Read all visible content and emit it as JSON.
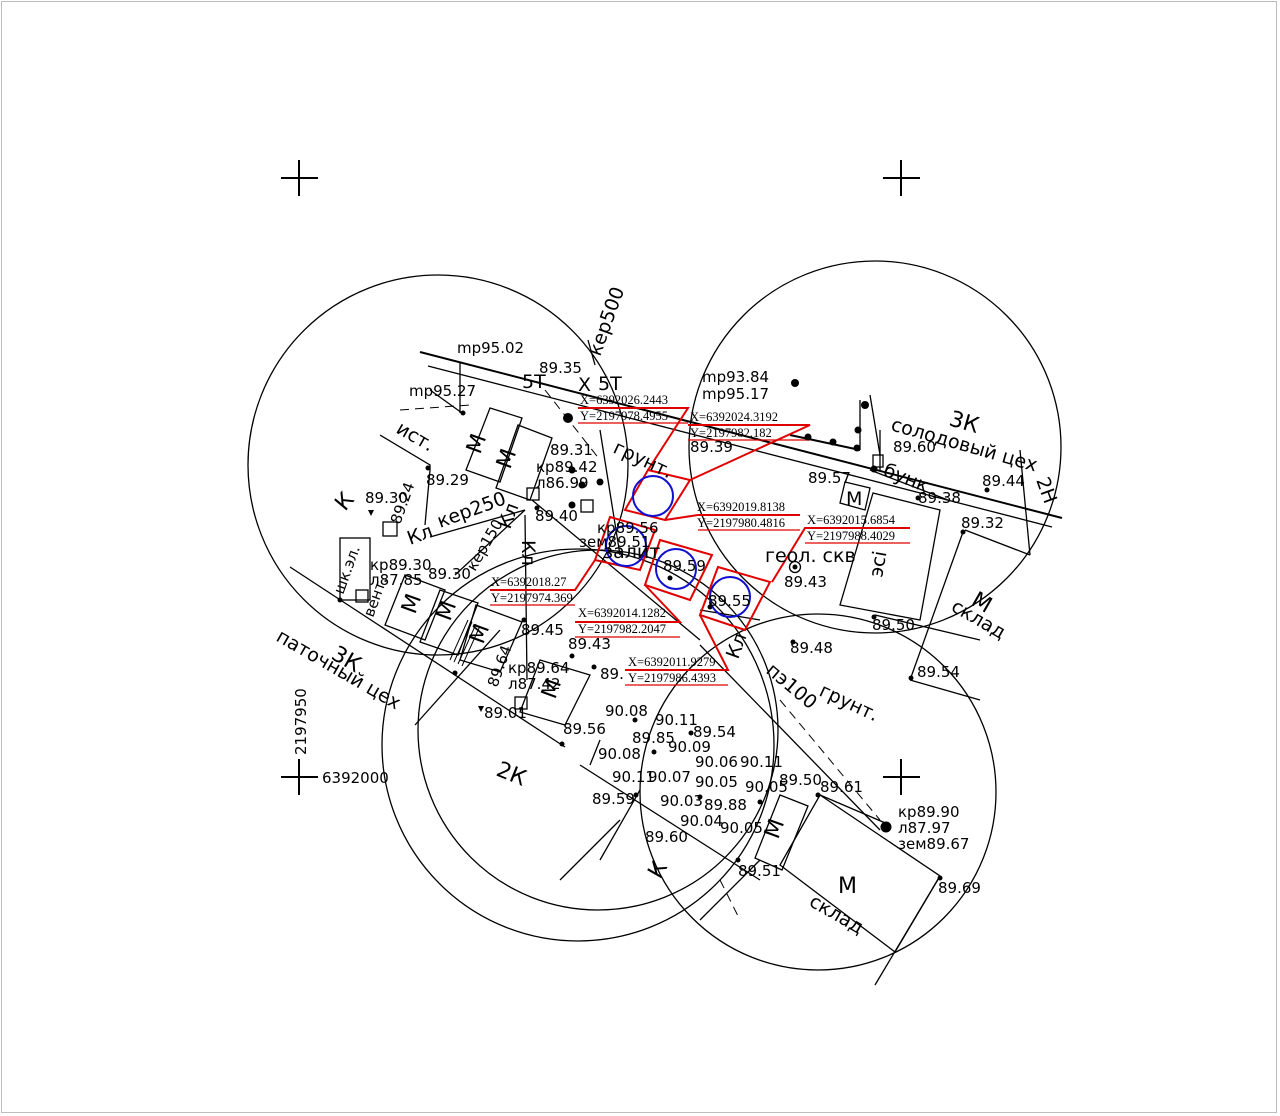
{
  "colors": {
    "coordinate_leader": "#e00000",
    "well_marker": "#1010d0",
    "linework": "#000000",
    "frame": "#bdbdbd"
  },
  "grid": {
    "easting_label": "2197950",
    "northing_label": "6392000"
  },
  "coord_callouts": [
    {
      "x": "X=6392026.2443",
      "y": "Y=2197978.4955"
    },
    {
      "x": "X=6392024.3192",
      "y": "Y=2197982.182"
    },
    {
      "x": "X=6392019.8138",
      "y": "Y=2197980.4816"
    },
    {
      "x": "X=6392015.6854",
      "y": "Y=2197988.4029"
    },
    {
      "x": "X=6392018.27",
      "y": "Y=2197974.369"
    },
    {
      "x": "X=6392014.1282",
      "y": "Y=2197982.2047"
    },
    {
      "x": "X=6392011.9279",
      "y": "Y=2197986.4393"
    }
  ],
  "buildings": {
    "solod": {
      "kind": "3К",
      "name": "солодовый цех",
      "floors": "2Н"
    },
    "patoch": {
      "kind": "3К",
      "name": "паточный цех"
    },
    "k2": "2К",
    "sklad_east": {
      "kind": "М",
      "name": "склад"
    },
    "sklad_south": {
      "kind": "М",
      "name": "склад"
    },
    "m": "М",
    "k": "К",
    "t5a": "5Т",
    "t5b": "5Т",
    "esi": "эсі",
    "bunk": "бунк",
    "ist": "ист.",
    "shkel": "шк.эл.",
    "venu": "вент.",
    "zalit": "залит",
    "grunt": "грунт.",
    "kl": "Кл",
    "ker500": "кер500",
    "ker250": "кер250",
    "ker150": "кер150",
    "pe100": "пэ100",
    "geol": "геол. скв"
  },
  "elevations": {
    "mr9502": "mp95.02",
    "mr9527": "mp95.27",
    "mr9384": "mp93.84",
    "mr9517": "mp95.17",
    "e8935": "89.35",
    "e8931": "89.31",
    "kr8942": "кр89.42",
    "l8699": "л86.99",
    "e8940": "89.40",
    "kr8956": "кр89.56",
    "zem8951": "зем89.51",
    "e8929": "89.29",
    "e8930a": "89.30",
    "e8924": "89.24",
    "kr8930": "кр89.30",
    "l8785": "л87.85",
    "e8930b": "89.30",
    "e8939": "89.39",
    "e8960a": "89.60",
    "e8957": "89.57",
    "e8944": "89.44",
    "e8938": "89.38",
    "e8932": "89.32",
    "e8943a": "89.43",
    "e8959a": "89.59",
    "e8955": "89.55",
    "e8950a": "89.50",
    "e8948": "89.48",
    "e8954a": "89.54",
    "e8945": "89.45",
    "e8943b": "89.43",
    "kr8964": "кр89.64",
    "l8742": "л87.42",
    "e8964": "89.64",
    "e8901": "89.01",
    "e8956": "89.56",
    "e89": "89.",
    "e9008a": "90.08",
    "e9011a": "90.11",
    "e8985": "89.85",
    "e8954b": "89.54",
    "e9009": "90.09",
    "e9008b": "90.08",
    "e9011b": "90.11",
    "e9007": "90.07",
    "e9006": "90.06",
    "e9011c": "90.11",
    "e9005a": "90.05",
    "e9003": "90.03",
    "e8988": "89.88",
    "e9004": "90.04",
    "e9005b": "90.05",
    "e8959b": "89.59",
    "e8960b": "89.60",
    "e8950b": "89.50",
    "e8961": "89.61",
    "e8951": "89.51",
    "kr8990": "кр89.90",
    "l8797": "л87.97",
    "zem8967": "зем89.67",
    "e8969": "89.69"
  }
}
